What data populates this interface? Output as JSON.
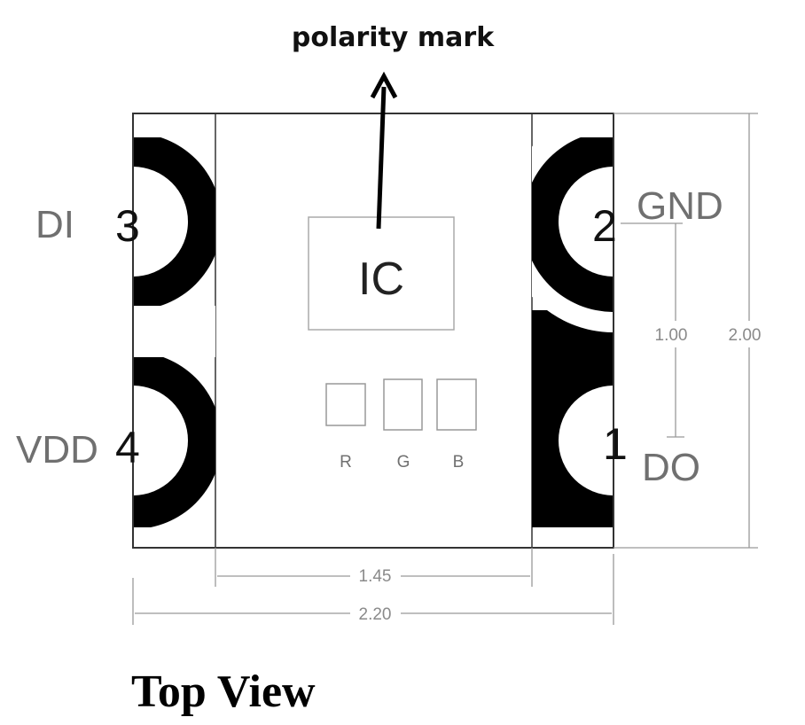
{
  "title_mark": "polarity mark",
  "caption": "Top View",
  "chip_label": "IC",
  "leds": [
    "R",
    "G",
    "B"
  ],
  "pins": [
    {
      "number": "3",
      "name": "DI"
    },
    {
      "number": "4",
      "name": "VDD"
    },
    {
      "number": "2",
      "name": "GND"
    },
    {
      "number": "1",
      "name": "DO"
    }
  ],
  "dimensions": {
    "pin_pitch": "1.00",
    "height": "2.00",
    "inner_width": "1.45",
    "width": "2.20"
  }
}
